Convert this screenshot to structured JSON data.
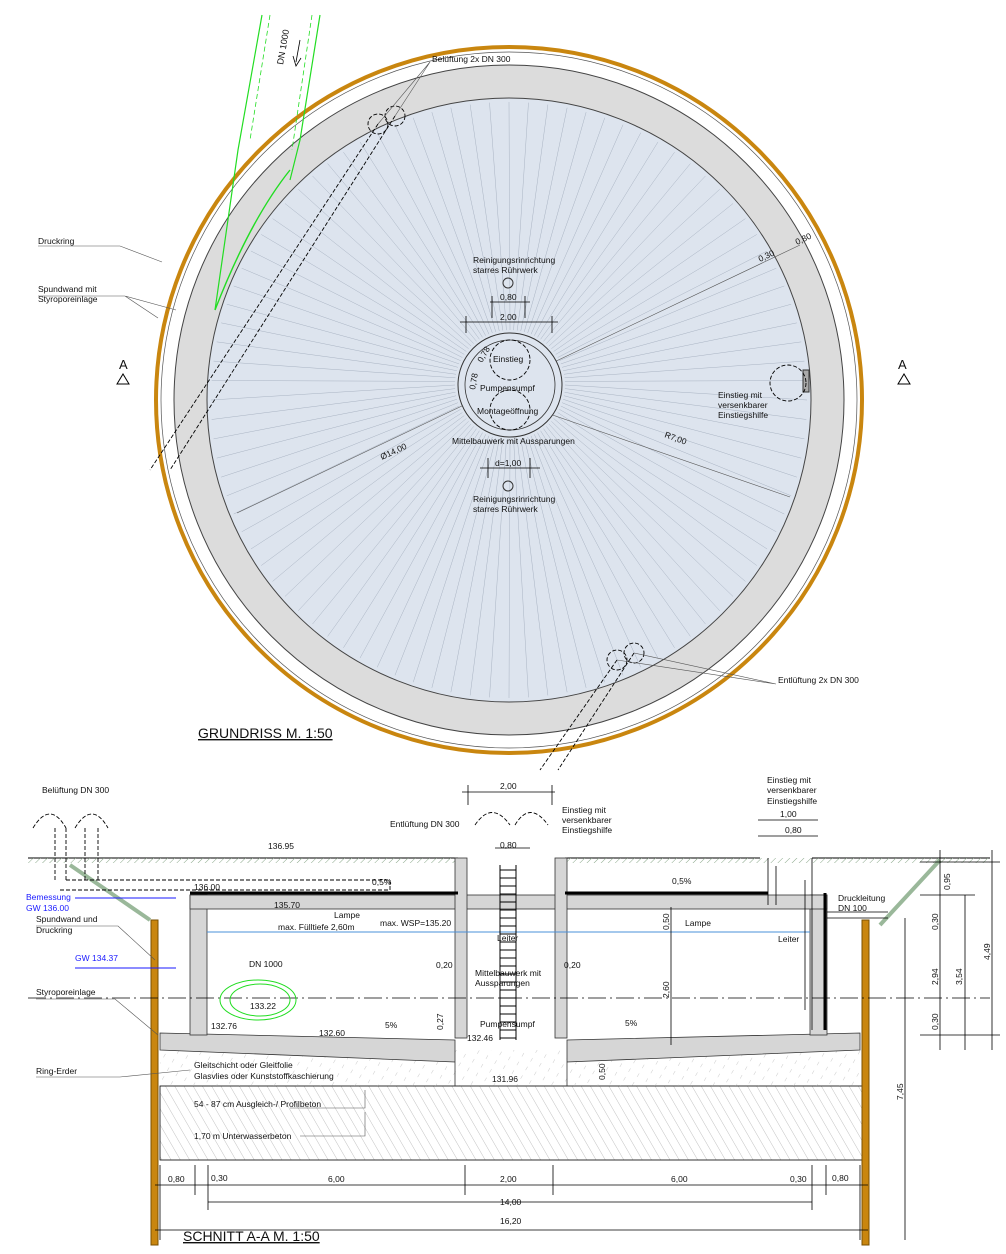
{
  "colors": {
    "sheet_pile": "#c9860f",
    "tank_fill": "#dde4ee",
    "ring": "#d9d9d9",
    "pipe_green": "#22dd22",
    "groundwater": "#1a1aff",
    "water": "#4a90d9"
  },
  "plan": {
    "title": "GRUNDRISS  M. 1:50",
    "pipe_label": "DN 1000",
    "beluftung": "Belüftung 2x DN 300",
    "druckring": "Druckring",
    "spundwand_1": "Spundwand mit",
    "spundwand_2": "Styroporeinlage",
    "section_mark": "A",
    "dim_030": "0,30",
    "dim_080": "0,80",
    "rein_top_1": "Reinigungsrinrichtung",
    "rein_top_2": "starres Rührwerk",
    "dim_center_080": "0,80",
    "dim_center_200": "2,00",
    "dim_078a": "0,78",
    "dim_078b": "0,78",
    "einstieg": "Einstieg",
    "pumpensumpf": "Pumpensumpf",
    "montage": "Montageöffnung",
    "mittelbauwerk": "Mittelbauwerk mit Aussparungen",
    "d100": "d=1,00",
    "rein_bot_1": "Reinigungsrinrichtung",
    "rein_bot_2": "starres Rührwerk",
    "diameter": "Ø14,00",
    "radius": "R7,00",
    "einstieg_right_1": "Einstieg mit",
    "einstieg_right_2": "versenkbarer",
    "einstieg_right_3": "Einstiegshilfe",
    "entluftung": "Entlüftung 2x DN 300"
  },
  "section": {
    "title": "SCHNITT  A-A  M. 1:50",
    "beluftung": "Belüftung DN 300",
    "entluftung": "Entlüftung DN 300",
    "dim_top_200": "2,00",
    "dim_top_080": "0,80",
    "einstieg_mid_1": "Einstieg mit",
    "einstieg_mid_2": "versenkbarer",
    "einstieg_mid_3": "Einstiegshilfe",
    "einstieg_right_1": "Einstieg mit",
    "einstieg_right_2": "versenkbarer",
    "einstieg_right_3": "Einstiegshilfe",
    "dim_100": "1,00",
    "dim_080": "0,80",
    "lvl_13695": "136.95",
    "lvl_13600": "136.00",
    "lvl_13570": "135.70",
    "slope_top_l": "0,5%",
    "slope_top_r": "0,5%",
    "bemessung_1": "Bemessung",
    "bemessung_2": "GW 136.00",
    "spundwand_1": "Spundwand und",
    "spundwand_2": "Druckring",
    "gw": "GW 134.37",
    "styropor": "Styroporeinlage",
    "ring_erder": "Ring-Erder",
    "lampe_l": "Lampe",
    "lampe_r": "Lampe",
    "fulltiefe": "max. Fülltiefe 2,60m",
    "wsp": "max. WSP=135.20",
    "leiter_l": "Leiter",
    "leiter_r": "Leiter",
    "druckleitung_1": "Druckleitung",
    "druckleitung_2": "DN 100",
    "dn1000": "DN 1000",
    "lvl_13322": "133.22",
    "dim_020l": "0,20",
    "dim_020r": "0,20",
    "mittel_1": "Mittelbauwerk mit",
    "mittel_2": "Aussparungen",
    "pumpensumpf": "Pumpensumpf",
    "lvl_13276": "132.76",
    "lvl_13260": "132.60",
    "lvl_13246": "132.46",
    "lvl_13196": "131.96",
    "slope_l": "5%",
    "slope_r": "5%",
    "dim_027": "0,27",
    "dim_050": "0,50",
    "dim_260": "2,60",
    "dim_050b": "0,50",
    "gleit_1": "Gleitschicht oder Gleitfolie",
    "gleit_2": "Glasvlies oder Kunststoffkaschierung",
    "ausgleich": "54 - 87 cm Ausgleich-/ Profilbeton",
    "uwb": "1,70 m Unterwasserbeton",
    "vdim": {
      "d095": "0,95",
      "d030a": "0,30",
      "d294": "2,94",
      "d030b": "0,30",
      "d354": "3,54",
      "d449": "4,49",
      "d745": "7,45"
    },
    "hdims": [
      "0,80",
      "0,30",
      "6,00",
      "2,00",
      "6,00",
      "0,30",
      "0,80"
    ],
    "dim_1400": "14,00",
    "dim_1620": "16,20"
  }
}
